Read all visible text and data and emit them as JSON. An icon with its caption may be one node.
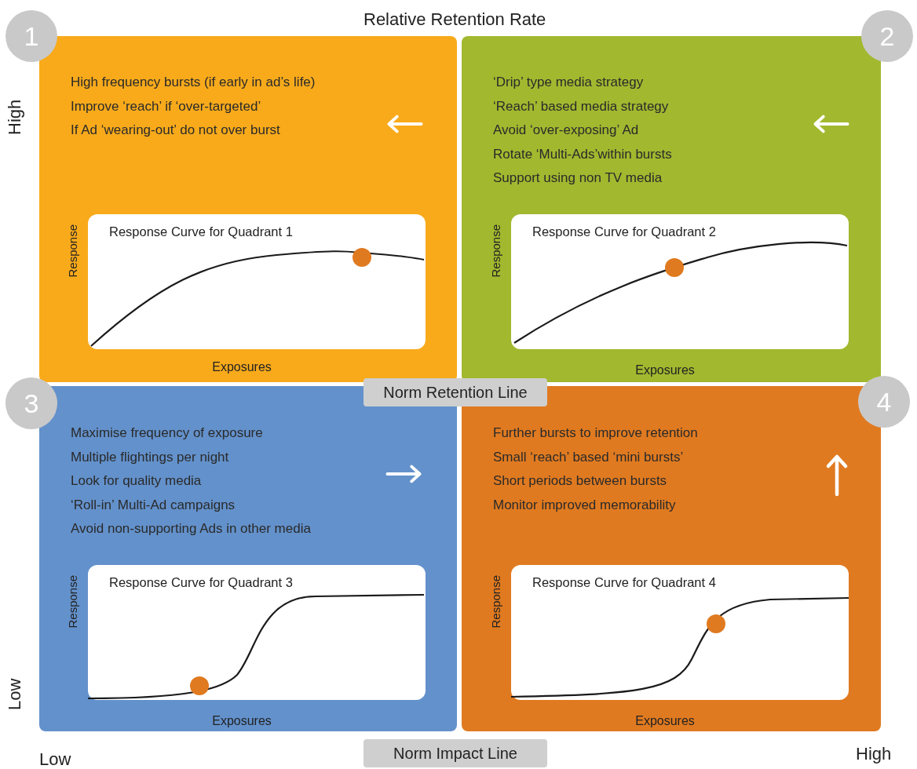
{
  "diagram": {
    "nodes": [
      {
        "text": [
          "1"
        ]
      },
      {
        "text": [
          "2"
        ]
      },
      {
        "text": [
          "High frequency bursts (if early in ad’s life)",
          "Improve ‘reach’ if ‘over-targeted’",
          "If Ad ‘wearing-out’ do not over burst"
        ]
      },
      {
        "text": [
          "Response Curve for Quadrant 1",
          "Response",
          "Exposures"
        ],
        "in": 2
      },
      {
        "text": [
          "‘Drip’ type media strategy",
          "‘Reach’ based media strategy",
          "Avoid ‘over-exposing’ Ad",
          "Rotate ‘Multi-Ads’within bursts",
          "Support using non TV media"
        ]
      },
      {
        "text": [
          "Response Curve for Quadrant 2",
          "Response",
          "Exposures"
        ],
        "in": 4
      },
      {
        "text": [
          "Norm Retention Line"
        ]
      },
      {
        "text": [
          "3"
        ]
      },
      {
        "text": [
          "4"
        ]
      },
      {
        "text": [
          "Maximise frequency of exposure",
          "Multiple flightings per night",
          "Look for quality media",
          "‘Roll-in’ Multi-Ad campaigns",
          "Avoid non-supporting Ads in other media"
        ]
      },
      {
        "text": [
          "Response Curve for Quadrant 3",
          "Response",
          "Exposures"
        ],
        "in": 9
      },
      {
        "text": [
          "Further bursts to improve retention",
          "Small ‘reach’ based ‘mini bursts’",
          "Short periods between bursts",
          "Monitor improved memorability"
        ]
      },
      {
        "text": [
          "Response Curve for Quadrant 4",
          "Response",
          "Exposures"
        ],
        "in": 11
      },
      {
        "text": [
          "Norm Impact Line"
        ]
      }
    ],
    "edges": [],
    "labels": [
      "Relative Retention Rate",
      "High",
      "Low",
      "Low",
      "High"
    ]
  }
}
